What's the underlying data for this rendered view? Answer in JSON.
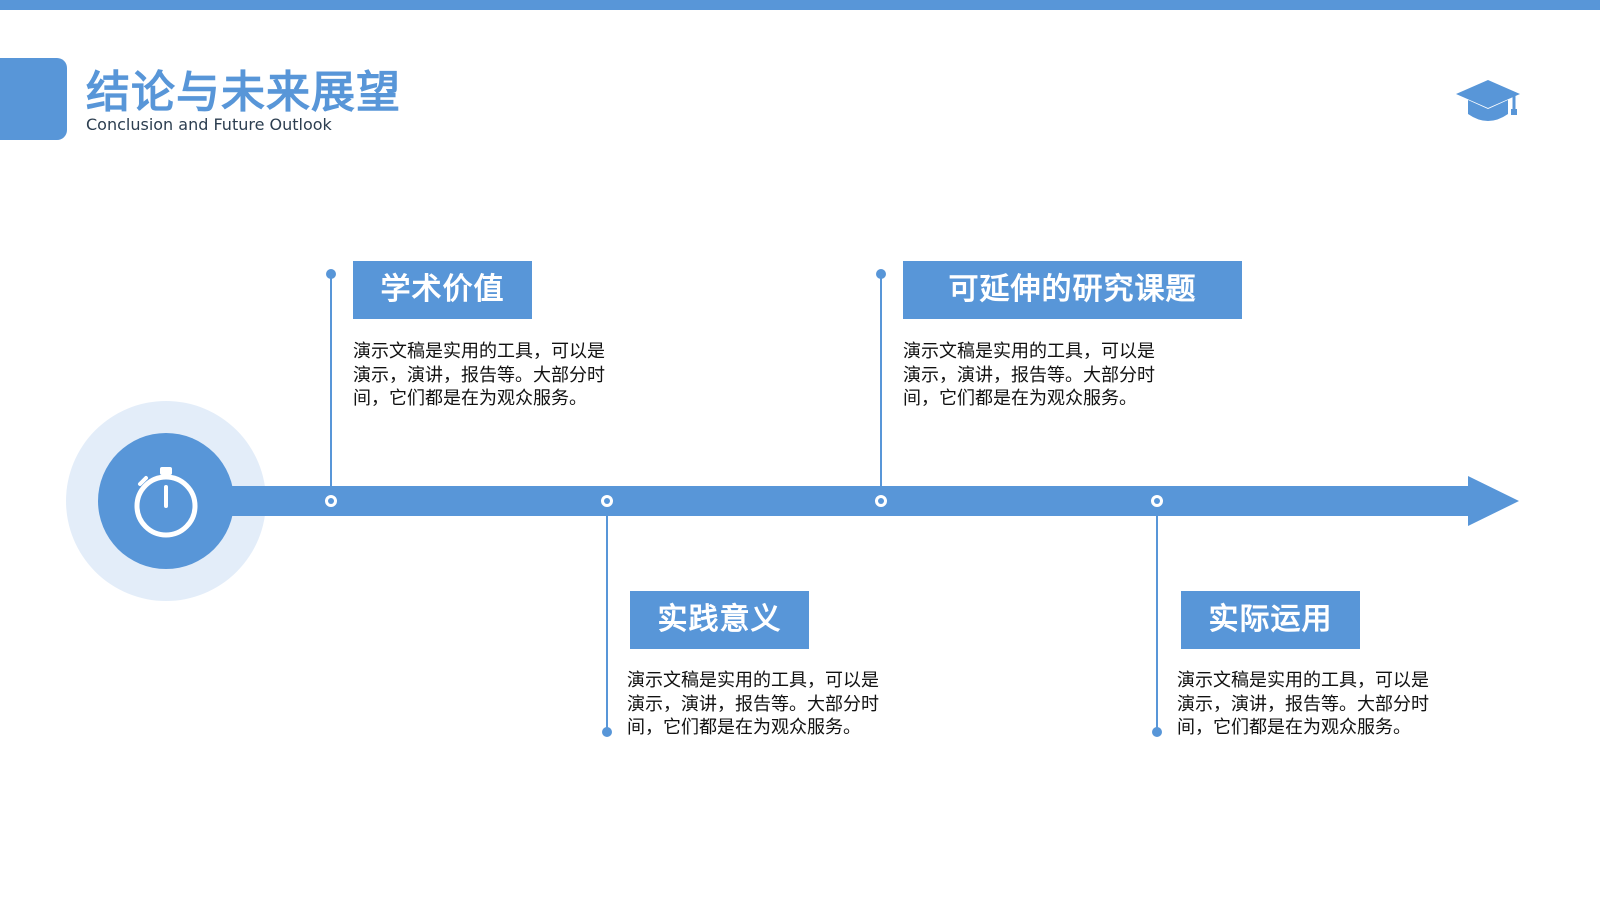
{
  "header": {
    "title": "结论与未来展望",
    "subtitle": "Conclusion and Future Outlook"
  },
  "icons": {
    "header_icon": "graduation-cap-icon",
    "timeline_start_icon": "stopwatch-icon"
  },
  "colors": {
    "accent": "#5896d8",
    "accent_light": "#e3edf9",
    "text": "#111111"
  },
  "timeline": {
    "milestones": [
      {
        "heading": "学术价值",
        "description": "演示文稿是实用的工具，可以是演示，演讲，报告等。大部分时间，它们都是在为观众服务。"
      },
      {
        "heading": "实践意义",
        "description": "演示文稿是实用的工具，可以是演示，演讲，报告等。大部分时间，它们都是在为观众服务。"
      },
      {
        "heading": "可延伸的研究课题",
        "description": "演示文稿是实用的工具，可以是演示，演讲，报告等。大部分时间，它们都是在为观众服务。"
      },
      {
        "heading": "实际运用",
        "description": "演示文稿是实用的工具，可以是演示，演讲，报告等。大部分时间，它们都是在为观众服务。"
      }
    ]
  }
}
